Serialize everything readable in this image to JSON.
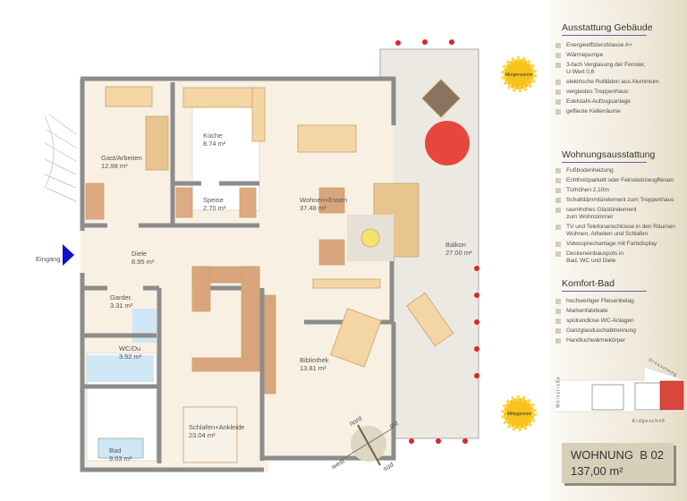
{
  "plan": {
    "entrance_label": "Eingang",
    "rooms": [
      {
        "name": "Gast/Arbeiten",
        "area": "12.98 m²"
      },
      {
        "name": "Küche",
        "area": "8.74 m²"
      },
      {
        "name": "Speise",
        "area": "2.70 m²"
      },
      {
        "name": "Wohnen+Essen",
        "area": "37.48 m²"
      },
      {
        "name": "Diele",
        "area": "8.95 m²"
      },
      {
        "name": "Garder.",
        "area": "3.31 m²"
      },
      {
        "name": "WC/Du",
        "area": "3.52 m²"
      },
      {
        "name": "Bad",
        "area": "9.03 m²"
      },
      {
        "name": "Schlafen+Ankleide",
        "area": "23.04 m²"
      },
      {
        "name": "Bibliothek",
        "area": "13.81 m²"
      },
      {
        "name": "Balkon",
        "area": "27.00 m²"
      }
    ],
    "suns": {
      "morning": "Morgensonne",
      "noon": "Mittagsonne"
    },
    "compass": {
      "north": "nord",
      "east": "ost",
      "south": "süd",
      "west": "west"
    },
    "colors": {
      "floor": "#f8f0e2",
      "wall": "#8c8c8c",
      "balcony": "#ece9e3",
      "furniture": "#d9a57c",
      "entrance_arrow": "#1010d0",
      "umbrella": "#e8463c",
      "sun": "#f7c21a"
    }
  },
  "sidebar": {
    "sections": [
      {
        "title": "Ausstattung Gebäude",
        "items": [
          "Energieeffizienzklasse A+",
          "Wärmepumpe",
          "3-fach Verglasung der Fenster,\nU-Wert 0,6",
          "elektrische Rollläden aus Aluminium",
          "verglastes Treppenhaus",
          "Edelstahl-Aufzugsanlage",
          "geflieste Kellerräume"
        ]
      },
      {
        "title": "Wohnungsausstattung",
        "items": [
          "Fußbodenheizung",
          "Echtholzparkett oder Feinsteinzeugfliesen",
          "Türhöhen 2,10m",
          "Schalldämmtürelement zum Treppenhaus",
          "raumhohes Glastürelement\nzum Wohnzimmer",
          "TV und Telefonanschlüsse in den Räumen\nWohnen, Arbeiten und Schlafen",
          "Videosprechanlage mit Farbdisplay",
          "Deckeneinbauspots in\nBad, WC und Diele"
        ]
      },
      {
        "title": "Komfort-Bad",
        "items": [
          "hochwertiger Fliesenbelag",
          "Markenfabrikate",
          "spülrandlose WC-Anlagen",
          "Ganzglasduschabtrennung",
          "Handtuchwärmekörper"
        ]
      }
    ],
    "site_plan": {
      "street_west": "Weinstraße",
      "street_north": "Drosselweg",
      "floor": "Erdgeschoß",
      "highlight_color": "#d9473a"
    },
    "apartment": {
      "title": "WOHNUNG  B 02",
      "area": "137,00 m²"
    }
  }
}
